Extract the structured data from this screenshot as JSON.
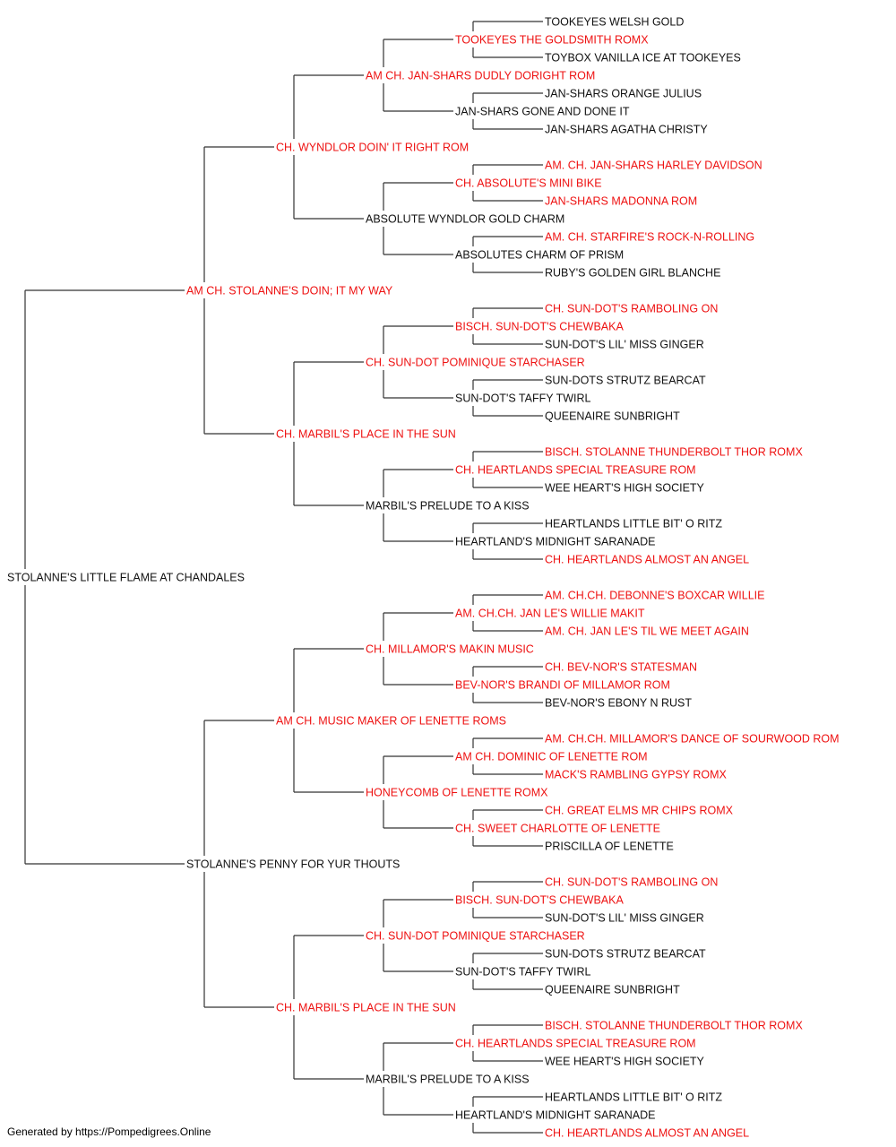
{
  "colors": {
    "champion": "#ee1111",
    "regular": "#111111",
    "line": "#333333"
  },
  "pedigree": {
    "name": "STOLANNE'S LITTLE FLAME AT CHANDALES",
    "champion": false,
    "sire": {
      "name": "AM CH. STOLANNE'S DOIN; IT MY WAY",
      "champion": true,
      "sire": {
        "name": "CH. WYNDLOR DOIN' IT RIGHT ROM",
        "champion": true,
        "sire": {
          "name": "AM CH. JAN-SHARS DUDLY DORIGHT ROM",
          "champion": true,
          "sire": {
            "name": "TOOKEYES THE GOLDSMITH ROMX",
            "champion": true,
            "sire": {
              "name": "TOOKEYES WELSH GOLD",
              "champion": false
            },
            "dam": {
              "name": "TOYBOX VANILLA ICE AT TOOKEYES",
              "champion": false
            }
          },
          "dam": {
            "name": "JAN-SHARS GONE AND DONE IT",
            "champion": false,
            "sire": {
              "name": "JAN-SHARS ORANGE JULIUS",
              "champion": false
            },
            "dam": {
              "name": "JAN-SHARS AGATHA CHRISTY",
              "champion": false
            }
          }
        },
        "dam": {
          "name": "ABSOLUTE WYNDLOR GOLD CHARM",
          "champion": false,
          "sire": {
            "name": "CH. ABSOLUTE'S MINI BIKE",
            "champion": true,
            "sire": {
              "name": "AM. CH. JAN-SHARS HARLEY DAVIDSON",
              "champion": true
            },
            "dam": {
              "name": "JAN-SHARS MADONNA ROM",
              "champion": true
            }
          },
          "dam": {
            "name": "ABSOLUTES CHARM OF PRISM",
            "champion": false,
            "sire": {
              "name": "AM. CH. STARFIRE'S ROCK-N-ROLLING",
              "champion": true
            },
            "dam": {
              "name": "RUBY'S GOLDEN GIRL BLANCHE",
              "champion": false
            }
          }
        }
      },
      "dam": {
        "name": "CH. MARBIL'S PLACE IN THE SUN",
        "champion": true,
        "sire": {
          "name": "CH. SUN-DOT POMINIQUE STARCHASER",
          "champion": true,
          "sire": {
            "name": "BISCH. SUN-DOT'S CHEWBAKA",
            "champion": true,
            "sire": {
              "name": "CH. SUN-DOT'S RAMBOLING ON",
              "champion": true
            },
            "dam": {
              "name": "SUN-DOT'S LIL' MISS GINGER",
              "champion": false
            }
          },
          "dam": {
            "name": "SUN-DOT'S TAFFY TWIRL",
            "champion": false,
            "sire": {
              "name": "SUN-DOTS STRUTZ BEARCAT",
              "champion": false
            },
            "dam": {
              "name": "QUEENAIRE SUNBRIGHT",
              "champion": false
            }
          }
        },
        "dam": {
          "name": "MARBIL'S PRELUDE TO A KISS",
          "champion": false,
          "sire": {
            "name": "CH. HEARTLANDS SPECIAL TREASURE ROM",
            "champion": true,
            "sire": {
              "name": "BISCH. STOLANNE THUNDERBOLT THOR ROMX",
              "champion": true
            },
            "dam": {
              "name": "WEE HEART'S HIGH SOCIETY",
              "champion": false
            }
          },
          "dam": {
            "name": "HEARTLAND'S MIDNIGHT SARANADE",
            "champion": false,
            "sire": {
              "name": "HEARTLANDS LITTLE BIT' O RITZ",
              "champion": false
            },
            "dam": {
              "name": "CH. HEARTLANDS ALMOST AN ANGEL",
              "champion": true
            }
          }
        }
      }
    },
    "dam": {
      "name": "STOLANNE'S PENNY FOR YUR THOUTS",
      "champion": false,
      "sire": {
        "name": "AM CH. MUSIC MAKER OF LENETTE ROMS",
        "champion": true,
        "sire": {
          "name": "CH. MILLAMOR'S MAKIN MUSIC",
          "champion": true,
          "sire": {
            "name": "AM. CH.CH. JAN LE'S WILLIE MAKIT",
            "champion": true,
            "sire": {
              "name": "AM. CH.CH. DEBONNE'S BOXCAR WILLIE",
              "champion": true
            },
            "dam": {
              "name": "AM. CH. JAN LE'S TIL WE MEET AGAIN",
              "champion": true
            }
          },
          "dam": {
            "name": "BEV-NOR'S BRANDI OF MILLAMOR ROM",
            "champion": true,
            "sire": {
              "name": "CH. BEV-NOR'S STATESMAN",
              "champion": true
            },
            "dam": {
              "name": "BEV-NOR'S EBONY N RUST",
              "champion": false
            }
          }
        },
        "dam": {
          "name": "HONEYCOMB OF LENETTE ROMX",
          "champion": true,
          "sire": {
            "name": "AM CH. DOMINIC OF LENETTE ROM",
            "champion": true,
            "sire": {
              "name": "AM. CH.CH. MILLAMOR'S DANCE OF SOURWOOD ROM",
              "champion": true
            },
            "dam": {
              "name": "MACK'S RAMBLING GYPSY ROMX",
              "champion": true
            }
          },
          "dam": {
            "name": "CH. SWEET CHARLOTTE OF LENETTE",
            "champion": true,
            "sire": {
              "name": "CH. GREAT ELMS MR CHIPS ROMX",
              "champion": true
            },
            "dam": {
              "name": "PRISCILLA OF LENETTE",
              "champion": false
            }
          }
        }
      },
      "dam": {
        "name": "CH. MARBIL'S PLACE IN THE SUN",
        "champion": true,
        "sire": {
          "name": "CH. SUN-DOT POMINIQUE STARCHASER",
          "champion": true,
          "sire": {
            "name": "BISCH. SUN-DOT'S CHEWBAKA",
            "champion": true,
            "sire": {
              "name": "CH. SUN-DOT'S RAMBOLING ON",
              "champion": true
            },
            "dam": {
              "name": "SUN-DOT'S LIL' MISS GINGER",
              "champion": false
            }
          },
          "dam": {
            "name": "SUN-DOT'S TAFFY TWIRL",
            "champion": false,
            "sire": {
              "name": "SUN-DOTS STRUTZ BEARCAT",
              "champion": false
            },
            "dam": {
              "name": "QUEENAIRE SUNBRIGHT",
              "champion": false
            }
          }
        },
        "dam": {
          "name": "MARBIL'S PRELUDE TO A KISS",
          "champion": false,
          "sire": {
            "name": "CH. HEARTLANDS SPECIAL TREASURE ROM",
            "champion": true,
            "sire": {
              "name": "BISCH. STOLANNE THUNDERBOLT THOR ROMX",
              "champion": true
            },
            "dam": {
              "name": "WEE HEART'S HIGH SOCIETY",
              "champion": false
            }
          },
          "dam": {
            "name": "HEARTLAND'S MIDNIGHT SARANADE",
            "champion": false,
            "sire": {
              "name": "HEARTLANDS LITTLE BIT' O RITZ",
              "champion": false
            },
            "dam": {
              "name": "CH. HEARTLANDS ALMOST AN ANGEL",
              "champion": true
            }
          }
        }
      }
    }
  },
  "footer": {
    "text": "Generated by https://Pompedigrees.Online"
  }
}
